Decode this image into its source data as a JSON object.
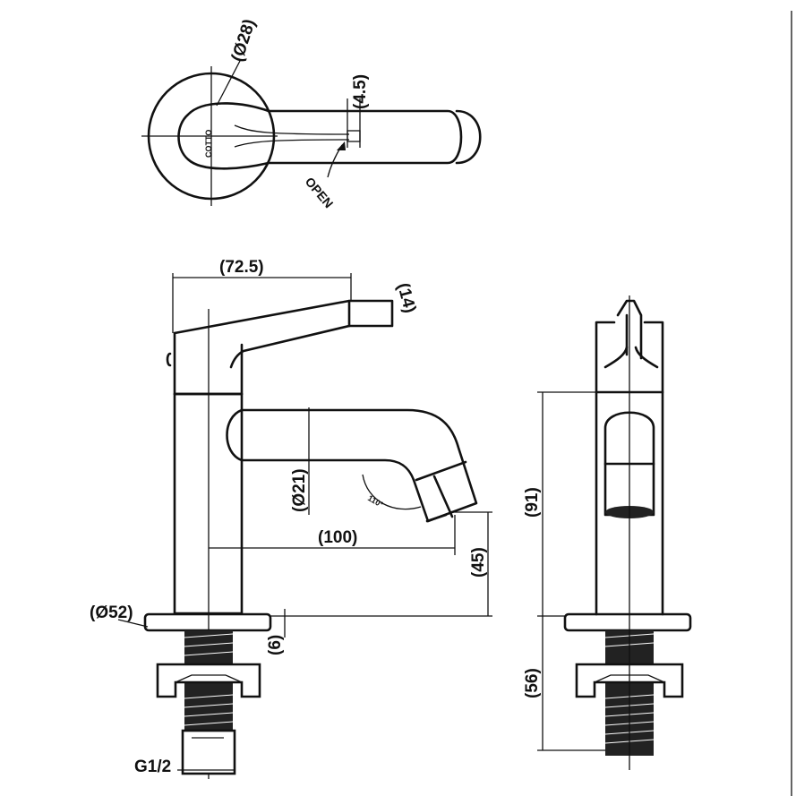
{
  "top_view": {
    "diameter_label": "(Ø28)",
    "height_label": "(4.5)",
    "open_label": "OPEN",
    "logo_text": "COTTO"
  },
  "side_view": {
    "width_label": "(72.5)",
    "handle_label": "(14)",
    "spout_diameter_label": "(Ø21)",
    "angle_label": "110°",
    "reach_label": "(100)",
    "outlet_height_label": "(45)",
    "base_diameter_label": "(Ø52)",
    "base_thickness_label": "(6)",
    "thread_label": "G1/2"
  },
  "front_view": {
    "height_label": "(91)",
    "shank_label": "(56)"
  },
  "colors": {
    "line": "#111111",
    "background": "#ffffff"
  }
}
